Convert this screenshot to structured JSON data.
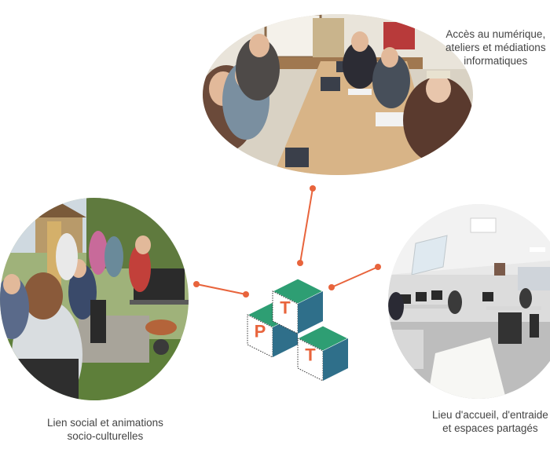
{
  "colors": {
    "connector": "#e8643c",
    "cube_top": "#2e9e73",
    "cube_side": "#2f6f8a",
    "letter": "#e8643c"
  },
  "logo": {
    "letters": [
      "P",
      "T",
      "T"
    ]
  },
  "activities": [
    {
      "id": "digital",
      "caption_lines": [
        "Accès au numérique,",
        "ateliers et médiations",
        "informatiques"
      ]
    },
    {
      "id": "social",
      "caption_lines": [
        "Lien social et animations",
        "socio-culturelles"
      ]
    },
    {
      "id": "reception",
      "caption_lines": [
        "Lieu d'accueil, d'entraide",
        "et espaces partagés"
      ]
    }
  ]
}
